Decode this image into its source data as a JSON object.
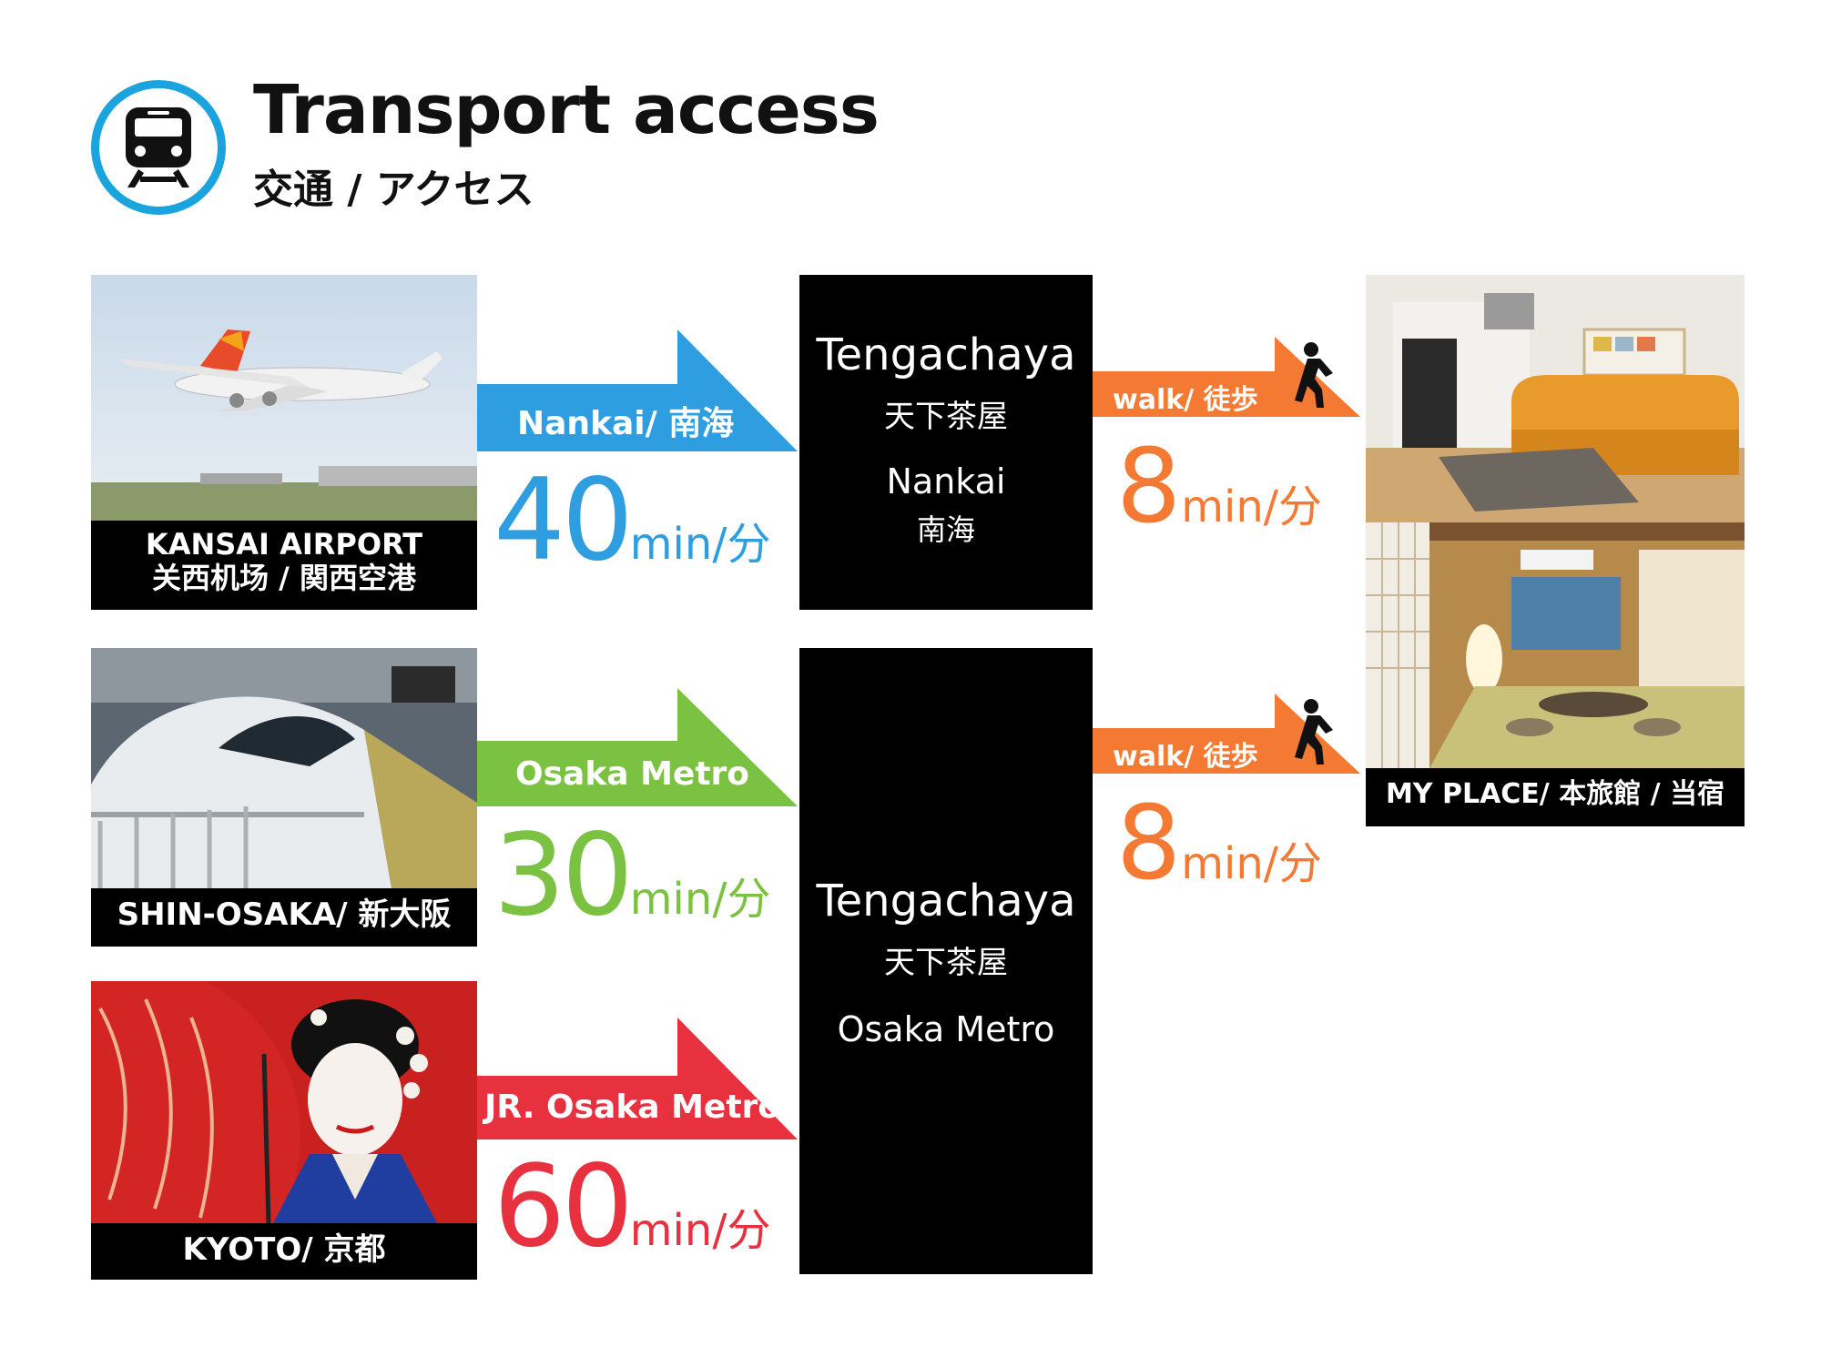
{
  "header": {
    "title": "Transport access",
    "subtitle": "交通 / アクセス"
  },
  "origins": [
    {
      "caption_line1": "KANSAI AIRPORT",
      "caption_line2": "关西机场 / 関西空港"
    },
    {
      "caption_line1": "SHIN-OSAKA/ 新大阪"
    },
    {
      "caption_line1": "KYOTO/ 京都"
    }
  ],
  "routes": [
    {
      "line": "Nankai/ 南海",
      "minutes": "40",
      "unit": "min/分",
      "color": "#2f9ee0"
    },
    {
      "line": "Osaka Metro",
      "minutes": "30",
      "unit": "min/分",
      "color": "#7cc242"
    },
    {
      "line": "JR. Osaka Metro",
      "minutes": "60",
      "unit": "min/分",
      "color": "#e8313e"
    }
  ],
  "stations": [
    {
      "name_en": "Tengachaya",
      "name_ja": "天下茶屋",
      "line_en": "Nankai",
      "line_ja": "南海"
    },
    {
      "name_en": "Tengachaya",
      "name_ja": "天下茶屋",
      "line_en": "Osaka Metro"
    }
  ],
  "walks": [
    {
      "label": "walk/ 徒歩",
      "minutes": "8",
      "unit": "min/分"
    },
    {
      "label": "walk/ 徒歩",
      "minutes": "8",
      "unit": "min/分"
    }
  ],
  "destination": {
    "caption": "MY PLACE/ 本旅館 / 当宿"
  },
  "colors": {
    "walk": "#f47a33",
    "logo": "#1aa3dc"
  }
}
